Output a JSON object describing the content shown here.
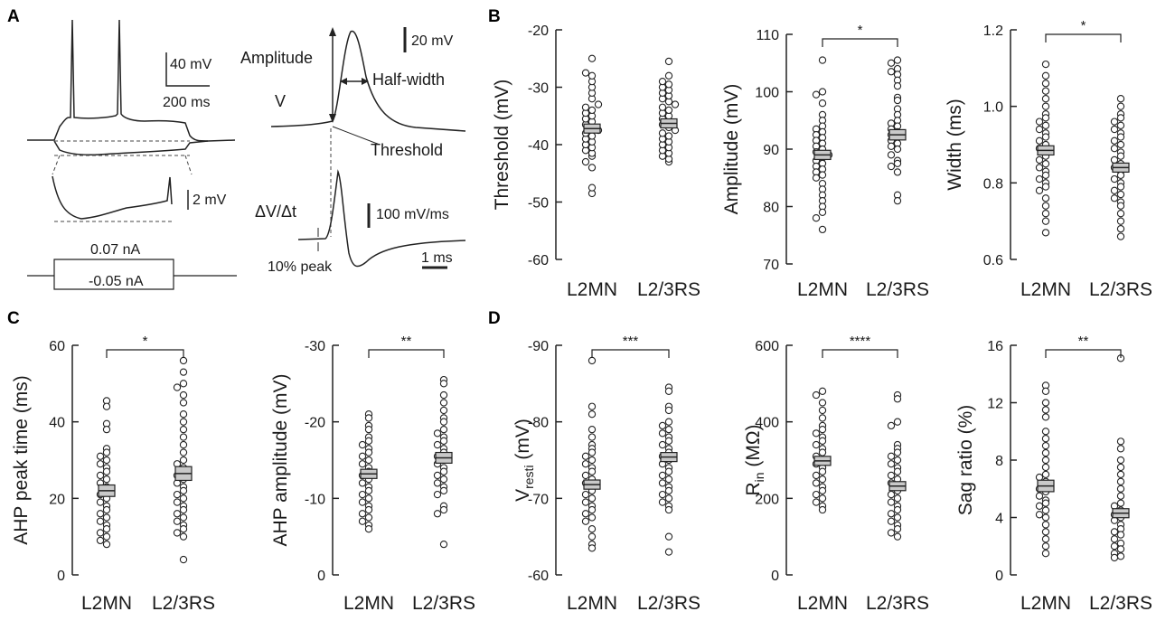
{
  "panel_letters": {
    "a": "A",
    "b": "B",
    "c": "C",
    "d": "D"
  },
  "panel_a": {
    "scale_40mv": "40 mV",
    "scale_200ms": "200 ms",
    "scale_2mv": "2 mV",
    "current_pos": "0.07 nA",
    "current_neg": "-0.05 nA",
    "amplitude": "Amplitude",
    "v_label": "V",
    "half_width": "Half-width",
    "threshold": "Threshold",
    "scale_20mv": "20 mV",
    "dvdt": "ΔV/Δt",
    "scale_100mvms": "100 mV/ms",
    "ten_percent": "10% peak",
    "scale_1ms": "1 ms"
  },
  "chart_data": [
    {
      "id": "threshold",
      "type": "scatter",
      "title": "",
      "ylabel": "Threshold (mV)",
      "ylim": [
        -60,
        -20
      ],
      "yticks": [
        -60,
        -50,
        -40,
        -30,
        -20
      ],
      "inverted": true,
      "categories": [
        "L2MN",
        "L2/3RS"
      ],
      "series": [
        {
          "values": [
            -48.5,
            -47.5,
            -44,
            -43,
            -42,
            -41.5,
            -41,
            -40.5,
            -40,
            -39.5,
            -39,
            -38.5,
            -38,
            -37.5,
            -37,
            -36.5,
            -36,
            -35.5,
            -35,
            -34.5,
            -34,
            -33.5,
            -33,
            -32,
            -31,
            -30,
            -29,
            -28,
            -27.5,
            -25
          ],
          "mean": -37.2,
          "sem": 0.6
        },
        {
          "values": [
            -43,
            -42.5,
            -42,
            -41.5,
            -41,
            -40.5,
            -40,
            -39.5,
            -39,
            -38.5,
            -38,
            -37.5,
            -37,
            -36.5,
            -36,
            -35.5,
            -35,
            -34.5,
            -34,
            -33.5,
            -33,
            -32.5,
            -32,
            -31.5,
            -31,
            -30.5,
            -30,
            -29.5,
            -29,
            -28,
            -25.5
          ],
          "mean": -36.3,
          "sem": 0.5
        }
      ],
      "significance": ""
    },
    {
      "id": "amplitude",
      "type": "scatter",
      "title": "",
      "ylabel": "Amplitude (mV)",
      "ylim": [
        70,
        110
      ],
      "yticks": [
        70,
        80,
        90,
        100,
        110
      ],
      "inverted": false,
      "categories": [
        "L2MN",
        "L2/3RS"
      ],
      "series": [
        {
          "values": [
            105.5,
            100,
            99.5,
            98,
            96,
            95,
            94,
            93.5,
            93,
            92.5,
            92,
            91.5,
            91,
            90.5,
            90,
            89.5,
            89,
            88.5,
            88,
            87.5,
            87,
            86.5,
            86,
            85.5,
            85,
            84,
            83,
            82,
            81,
            80,
            79,
            78,
            76
          ],
          "mean": 89,
          "sem": 0.8
        },
        {
          "values": [
            105.5,
            105,
            104,
            103.5,
            103,
            102,
            101,
            99,
            98.5,
            97,
            96,
            95,
            94.5,
            94,
            93.5,
            93,
            92.5,
            92,
            91.5,
            91,
            90.5,
            90,
            89,
            88,
            87.5,
            87,
            86,
            82,
            81
          ],
          "mean": 92.5,
          "sem": 0.9
        },
        {}
      ],
      "significance": "*"
    },
    {
      "id": "width",
      "type": "scatter",
      "title": "",
      "ylabel": "Width (ms)",
      "ylim": [
        0.6,
        1.2
      ],
      "yticks": [
        0.6,
        0.8,
        1.0,
        1.2
      ],
      "inverted": false,
      "categories": [
        "L2MN",
        "L2/3RS"
      ],
      "series": [
        {
          "values": [
            1.11,
            1.08,
            1.06,
            1.04,
            1.02,
            1.0,
            0.98,
            0.97,
            0.96,
            0.95,
            0.94,
            0.93,
            0.92,
            0.91,
            0.9,
            0.89,
            0.88,
            0.87,
            0.86,
            0.85,
            0.84,
            0.83,
            0.82,
            0.81,
            0.8,
            0.79,
            0.78,
            0.76,
            0.74,
            0.72,
            0.7,
            0.67
          ],
          "mean": 0.885,
          "sem": 0.012
        },
        {
          "values": [
            1.02,
            1.0,
            0.98,
            0.97,
            0.96,
            0.95,
            0.94,
            0.93,
            0.92,
            0.91,
            0.9,
            0.89,
            0.88,
            0.87,
            0.86,
            0.85,
            0.84,
            0.83,
            0.82,
            0.81,
            0.8,
            0.79,
            0.78,
            0.77,
            0.76,
            0.75,
            0.74,
            0.72,
            0.7,
            0.68,
            0.66
          ],
          "mean": 0.84,
          "sem": 0.01
        }
      ],
      "significance": "*"
    },
    {
      "id": "ahp_time",
      "type": "scatter",
      "title": "",
      "ylabel": "AHP peak time (ms)",
      "ylim": [
        0,
        60
      ],
      "yticks": [
        0,
        20,
        40,
        60
      ],
      "inverted": false,
      "categories": [
        "L2MN",
        "L2/3RS"
      ],
      "series": [
        {
          "values": [
            45.5,
            44,
            39.5,
            38,
            33,
            32,
            31,
            30,
            29,
            28,
            27,
            26,
            25,
            24,
            23,
            22,
            21,
            20,
            19,
            18,
            17,
            16,
            15,
            14,
            13,
            12,
            11,
            10,
            9,
            8
          ],
          "mean": 22,
          "sem": 1.5
        },
        {
          "values": [
            56,
            53,
            50,
            49,
            47,
            45,
            42,
            40,
            38,
            36,
            34,
            32,
            30,
            29,
            28,
            27,
            26,
            25,
            24,
            23,
            22,
            21,
            20,
            19,
            18,
            17,
            16,
            15,
            14,
            13,
            12,
            11,
            10,
            4
          ],
          "mean": 26.5,
          "sem": 1.8
        }
      ],
      "significance": "*"
    },
    {
      "id": "ahp_amp",
      "type": "scatter",
      "title": "",
      "ylabel": "AHP amplitude (mV)",
      "ylim": [
        0,
        -30
      ],
      "yticks": [
        0,
        -10,
        -20,
        -30
      ],
      "inverted": true,
      "categories": [
        "L2MN",
        "L2/3RS"
      ],
      "series": [
        {
          "values": [
            -21,
            -20.5,
            -19.5,
            -19,
            -18,
            -17.5,
            -17,
            -16.5,
            -16,
            -15.5,
            -15,
            -14.5,
            -14,
            -13.5,
            -13,
            -12.5,
            -12,
            -11.5,
            -11,
            -10.5,
            -10,
            -9.5,
            -9,
            -8.5,
            -8,
            -7.5,
            -7,
            -6.5,
            -6
          ],
          "mean": -13.2,
          "sem": 0.6
        },
        {
          "values": [
            -25.5,
            -25,
            -23.5,
            -22.5,
            -21.5,
            -20.5,
            -20,
            -19,
            -18.5,
            -18,
            -17.5,
            -17,
            -16.5,
            -16,
            -15.5,
            -15,
            -14.5,
            -14,
            -13.5,
            -13,
            -12.5,
            -12,
            -11.5,
            -11,
            -10.5,
            -9,
            -8.5,
            -8,
            -4
          ],
          "mean": -15.3,
          "sem": 0.7
        }
      ],
      "significance": "**"
    },
    {
      "id": "vrest",
      "type": "scatter",
      "title": "",
      "ylabel_main": "V",
      "ylabel_sub": "resti",
      "ylabel_tail": " (mV)",
      "ylim": [
        -60,
        -90
      ],
      "yticks": [
        -60,
        -70,
        -80,
        -90
      ],
      "inverted": true,
      "categories": [
        "L2MN",
        "L2/3RS"
      ],
      "series": [
        {
          "values": [
            -88,
            -82,
            -81,
            -79,
            -78,
            -77,
            -76.5,
            -76,
            -75.5,
            -75,
            -74.5,
            -74,
            -73.5,
            -73,
            -72.5,
            -72,
            -71.5,
            -71,
            -70.5,
            -70,
            -69.5,
            -69,
            -68.5,
            -68,
            -67.5,
            -67,
            -66,
            -65,
            -64,
            -63.5
          ],
          "mean": -71.8,
          "sem": 0.6
        },
        {
          "values": [
            -84.5,
            -84,
            -82,
            -81.5,
            -80,
            -79.5,
            -79,
            -78.5,
            -78,
            -77.5,
            -77,
            -76.5,
            -76,
            -75.5,
            -75,
            -74.5,
            -74,
            -73.5,
            -73,
            -72.5,
            -72,
            -71.5,
            -71,
            -70.5,
            -70,
            -69.5,
            -69,
            -68.5,
            -65,
            -63
          ],
          "mean": -75.4,
          "sem": 0.5
        }
      ],
      "significance": "***"
    },
    {
      "id": "rin",
      "type": "scatter",
      "title": "",
      "ylabel_main": "R",
      "ylabel_sub": "in",
      "ylabel_tail": " (MΩ)",
      "ylim": [
        0,
        600
      ],
      "yticks": [
        0,
        200,
        400,
        600
      ],
      "inverted": false,
      "categories": [
        "L2MN",
        "L2/3RS"
      ],
      "series": [
        {
          "values": [
            480,
            470,
            450,
            430,
            410,
            390,
            380,
            370,
            360,
            350,
            340,
            330,
            320,
            310,
            300,
            290,
            280,
            270,
            260,
            250,
            240,
            230,
            220,
            210,
            200,
            190,
            180,
            170
          ],
          "mean": 298,
          "sem": 10
        },
        {
          "values": [
            470,
            460,
            400,
            390,
            340,
            330,
            320,
            310,
            300,
            290,
            280,
            270,
            260,
            250,
            240,
            230,
            220,
            210,
            200,
            190,
            180,
            170,
            160,
            150,
            140,
            130,
            120,
            110,
            100
          ],
          "mean": 232,
          "sem": 11
        }
      ],
      "significance": "****"
    },
    {
      "id": "sag",
      "type": "scatter",
      "title": "",
      "ylabel": "Sag ratio (%)",
      "ylim": [
        0,
        16
      ],
      "yticks": [
        0,
        4,
        8,
        12,
        16
      ],
      "inverted": false,
      "categories": [
        "L2MN",
        "L2/3RS"
      ],
      "series": [
        {
          "values": [
            13.2,
            12.8,
            12,
            11.5,
            11,
            10,
            9.5,
            9,
            8.5,
            8,
            7.5,
            7,
            6.8,
            6.5,
            6.2,
            6,
            5.8,
            5.5,
            5.2,
            5,
            4.8,
            4.5,
            4.2,
            4,
            3.5,
            3,
            2.5,
            2,
            1.5
          ],
          "mean": 6.2,
          "sem": 0.4
        },
        {
          "values": [
            15.1,
            9.3,
            8.8,
            8,
            7.5,
            7,
            6.5,
            6,
            5.5,
            5,
            4.8,
            4.5,
            4.2,
            4,
            3.8,
            3.5,
            3.2,
            3,
            2.8,
            2.5,
            2.2,
            2,
            1.8,
            1.5,
            1.3,
            1.2
          ],
          "mean": 4.3,
          "sem": 0.3
        }
      ],
      "significance": "**"
    }
  ]
}
